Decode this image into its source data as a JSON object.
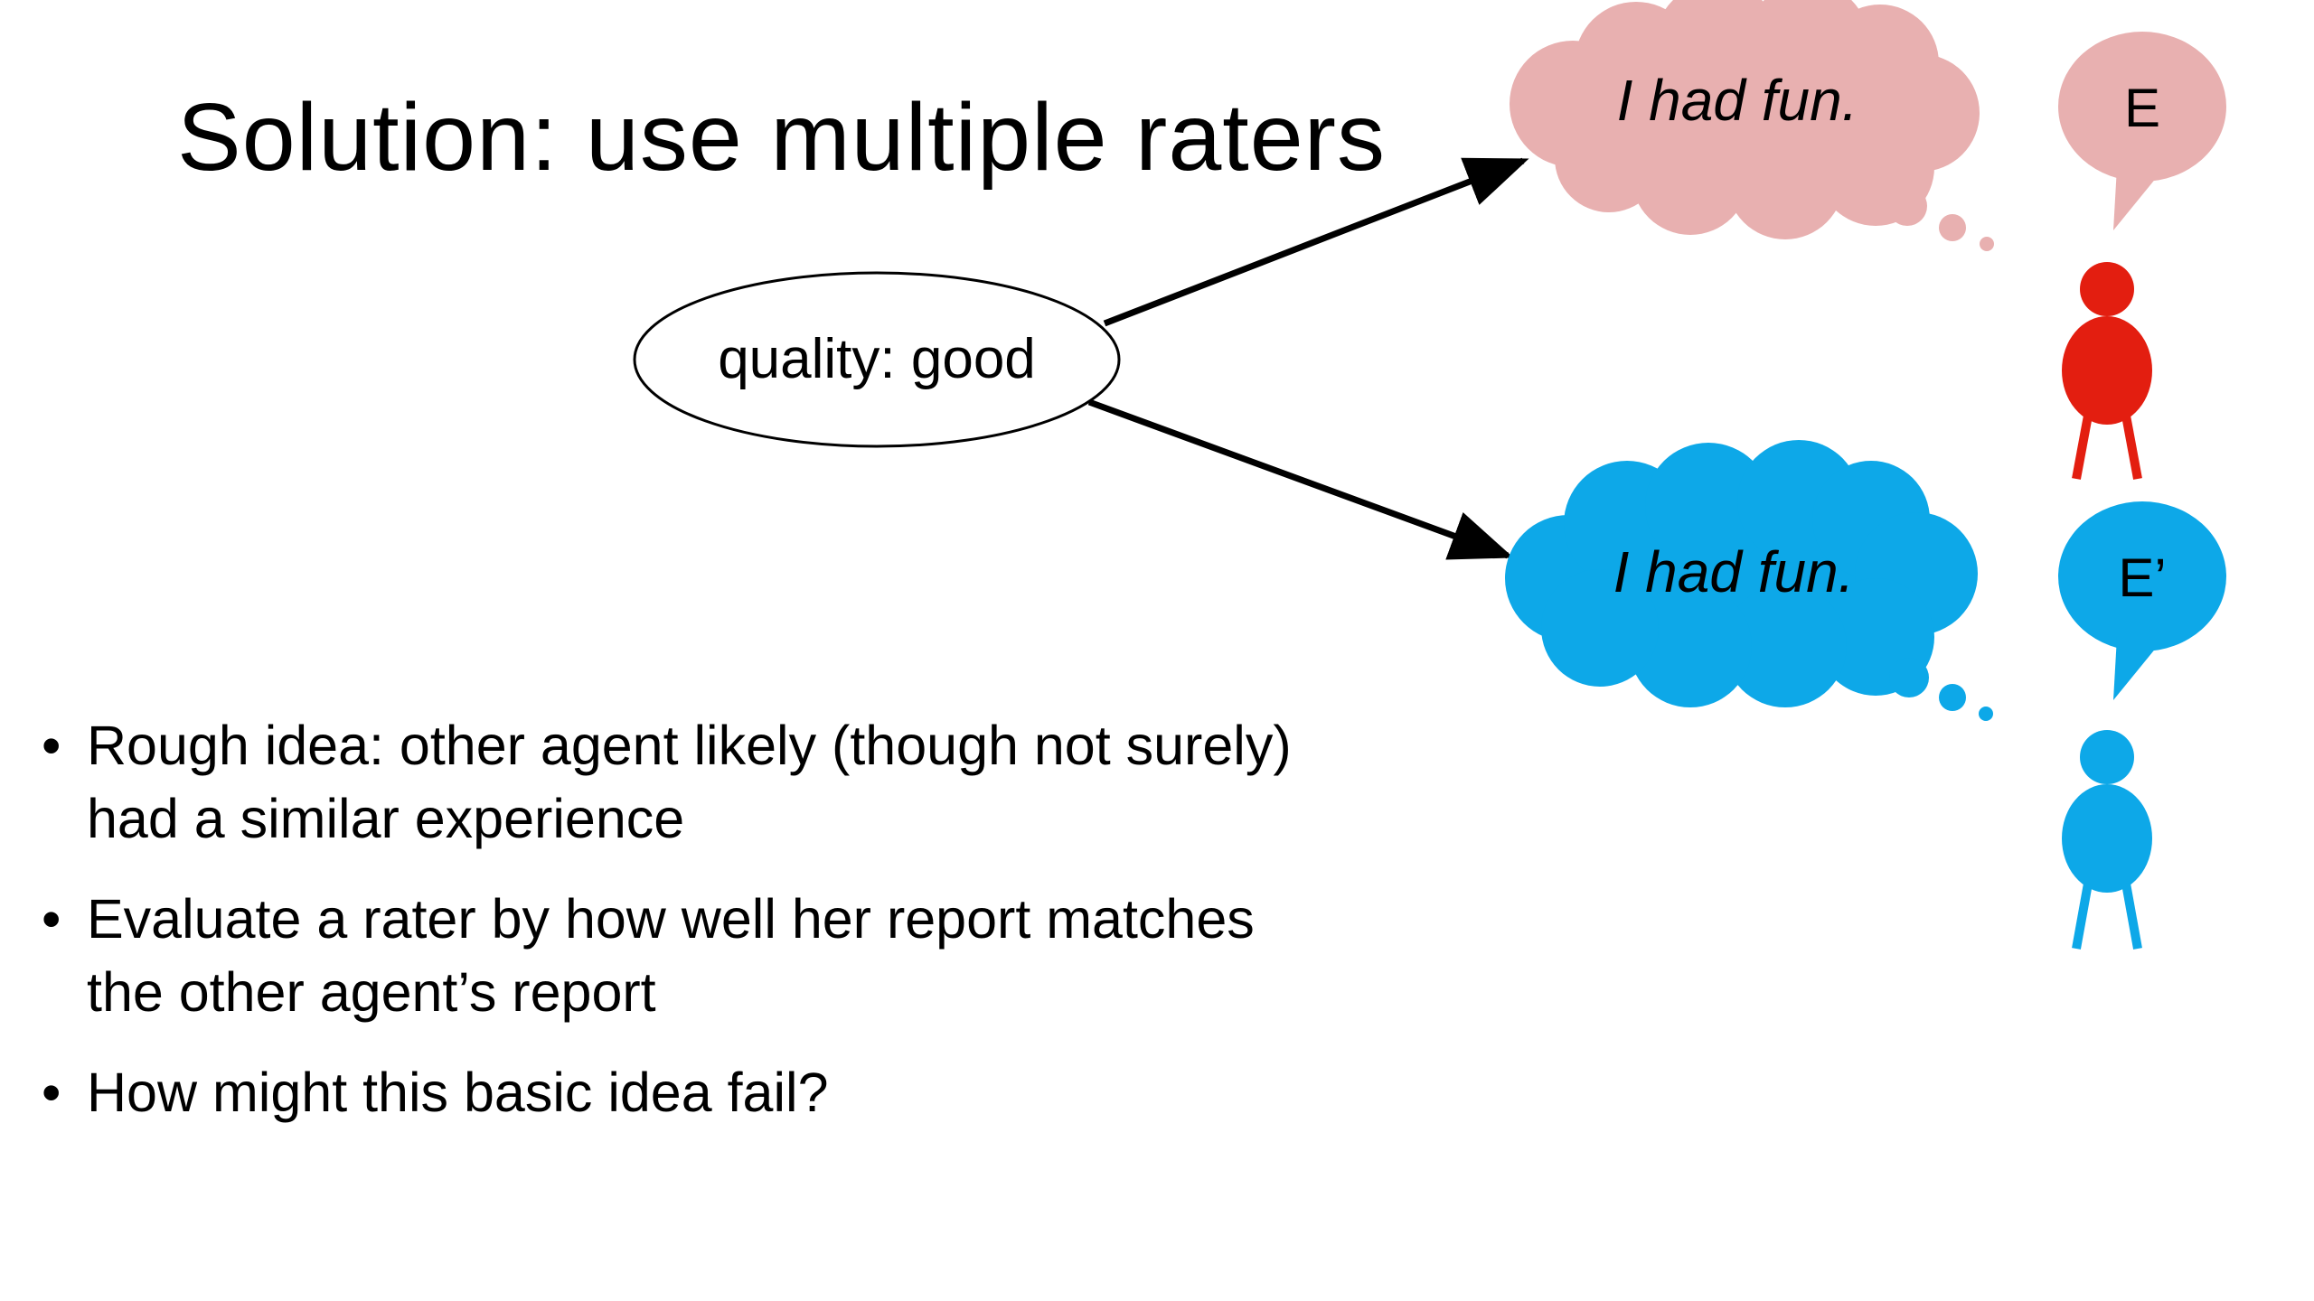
{
  "title": "Solution: use multiple raters",
  "center_node": {
    "label": "quality: good"
  },
  "raters": [
    {
      "thought": "I had fun.",
      "speech": "E",
      "color": "#e8b0b0",
      "figure_color": "#e31e10"
    },
    {
      "thought": "I had fun.",
      "speech": "E’",
      "color": "#0da8e8",
      "figure_color": "#0da8e8"
    }
  ],
  "bullets": [
    {
      "symbol": "•",
      "lines": [
        "Rough idea: other agent likely (though not surely)",
        "had a similar experience"
      ]
    },
    {
      "symbol": "•",
      "lines": [
        "Evaluate a rater by how well her report matches",
        "the other agent’s report"
      ]
    },
    {
      "symbol": "•",
      "lines": [
        "How might this basic idea fail?"
      ]
    }
  ]
}
